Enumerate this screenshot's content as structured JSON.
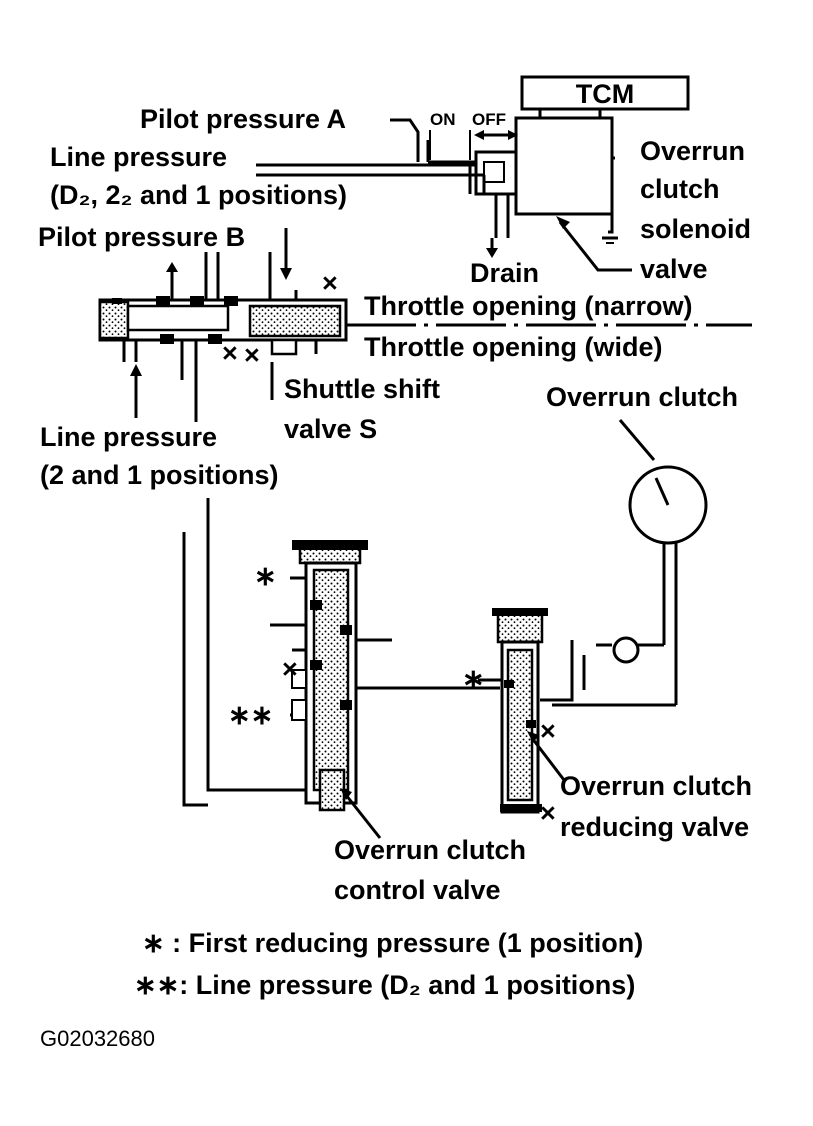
{
  "labels": {
    "tcm": "TCM",
    "pilot_a": "Pilot pressure A",
    "on": "ON",
    "off": "OFF",
    "line1_a": "Line pressure",
    "line1_b": "(D₂, 2₂ and 1 positions)",
    "pilot_b": "Pilot pressure B",
    "solenoid_1": "Overrun",
    "solenoid_2": "clutch",
    "solenoid_3": "solenoid",
    "solenoid_4": "valve",
    "drain": "Drain",
    "throttle_narrow": "Throttle opening (narrow)",
    "throttle_wide": "Throttle opening (wide)",
    "shuttle_1": "Shuttle shift",
    "shuttle_2": "valve S",
    "line2_a": "Line pressure",
    "line2_b": "(2 and 1 positions)",
    "overrun_clutch": "Overrun clutch",
    "reducing_1": "Overrun clutch",
    "reducing_2": "reducing valve",
    "control_1": "Overrun clutch",
    "control_2": "control valve",
    "legend_1": "∗ : First reducing pressure (1 position)",
    "legend_2": "∗∗: Line pressure (D₂ and 1 positions)",
    "figure_code": "G02032680"
  },
  "port_marks": {
    "single_star": "∗",
    "double_star": "∗∗",
    "blocked": "×"
  }
}
